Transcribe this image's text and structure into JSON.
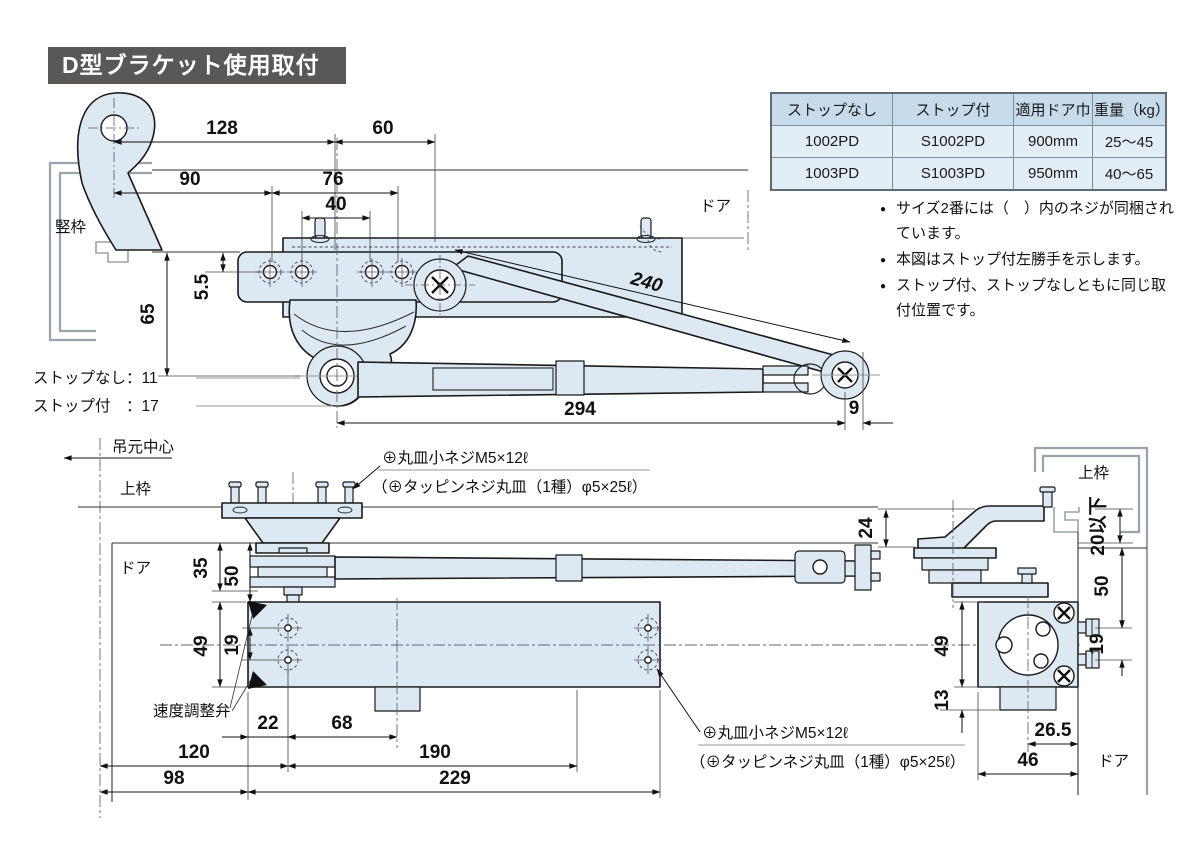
{
  "title": "D型ブラケット使用取付",
  "colors": {
    "title_bg": "#5a5757",
    "part_fill": "#dce8f2",
    "table_header_bg": "#c7dbeb",
    "table_row_bg": "#e3edf6"
  },
  "spec_table": {
    "headers": [
      "ストップなし",
      "ストップ付",
      "適用ドア巾",
      "重量（kg）"
    ],
    "rows": [
      [
        "1002PD",
        "S1002PD",
        "900mm",
        "25〜45"
      ],
      [
        "1003PD",
        "S1003PD",
        "950mm",
        "40〜65"
      ]
    ]
  },
  "notes": [
    "サイズ2番には（　）内のネジが同梱されています。",
    "本図はストップ付左勝手を示します。",
    "ストップ付、ストップなしともに同じ取付位置です。"
  ],
  "labels": {
    "vertical_frame": "竪枠",
    "door_plan": "ドア",
    "stop_none": "ストップなし：11",
    "stop_with": "ストップ付　：17",
    "hinge_center": "吊元中心",
    "top_frame": "上枠",
    "door_elev": "ドア",
    "speed_valve": "速度調整弁",
    "screw_main": "⊕丸皿小ネジM5×12ℓ",
    "screw_tapping": "（⊕タッピンネジ丸皿（1種）φ5×25ℓ）",
    "top_frame_right": "上枠",
    "door_right": "ドア"
  },
  "dims": {
    "d128": "128",
    "d60": "60",
    "d90": "90",
    "d76": "76",
    "d40": "40",
    "d5_5": "5.5",
    "d65": "65",
    "d240": "240",
    "d294": "294",
    "d9": "9",
    "d35": "35",
    "d50": "50",
    "d49": "49",
    "d19": "19",
    "d22": "22",
    "d68": "68",
    "d120": "120",
    "d190": "190",
    "d98": "98",
    "d229": "229",
    "d24": "24",
    "d13": "13",
    "d26_5": "26.5",
    "d46": "46",
    "d20max": "20以下"
  }
}
